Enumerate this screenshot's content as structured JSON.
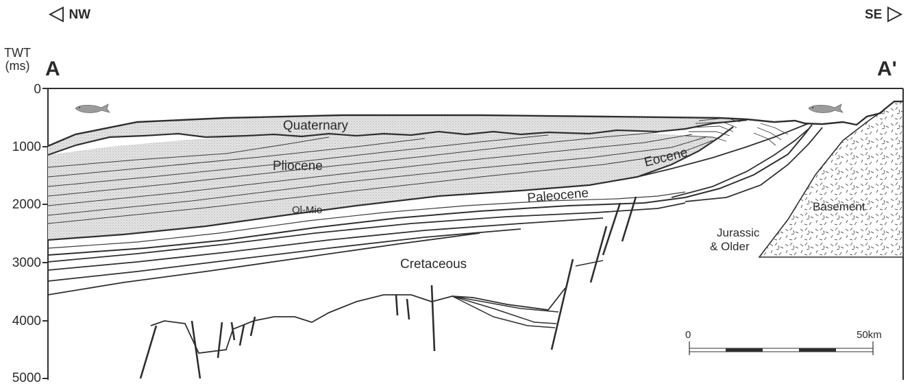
{
  "direction": {
    "left": "NW",
    "right": "SE"
  },
  "section_labels": {
    "start": "A",
    "end": "A'"
  },
  "axis": {
    "title_line1": "TWT",
    "title_line2": "(ms)",
    "ticks": [
      "0",
      "1000",
      "2000",
      "3000",
      "4000",
      "5000"
    ]
  },
  "units": {
    "quaternary": "Quaternary",
    "pliocene": "Pliocene",
    "ol_mio": "Ol-Mio",
    "paleocene": "Paleocene",
    "eocene": "Eocene",
    "cretaceous": "Cretaceous",
    "jurassic_line1": "Jurassic",
    "jurassic_line2": "& Older",
    "basement": "Basement"
  },
  "scale_bar": {
    "start_label": "0",
    "end_label": "50km"
  },
  "colors": {
    "line": "#2e2e2e",
    "stipple": "#c9c9c9",
    "background": "#ffffff"
  },
  "icons": [
    "fish-icon",
    "fish-icon"
  ]
}
